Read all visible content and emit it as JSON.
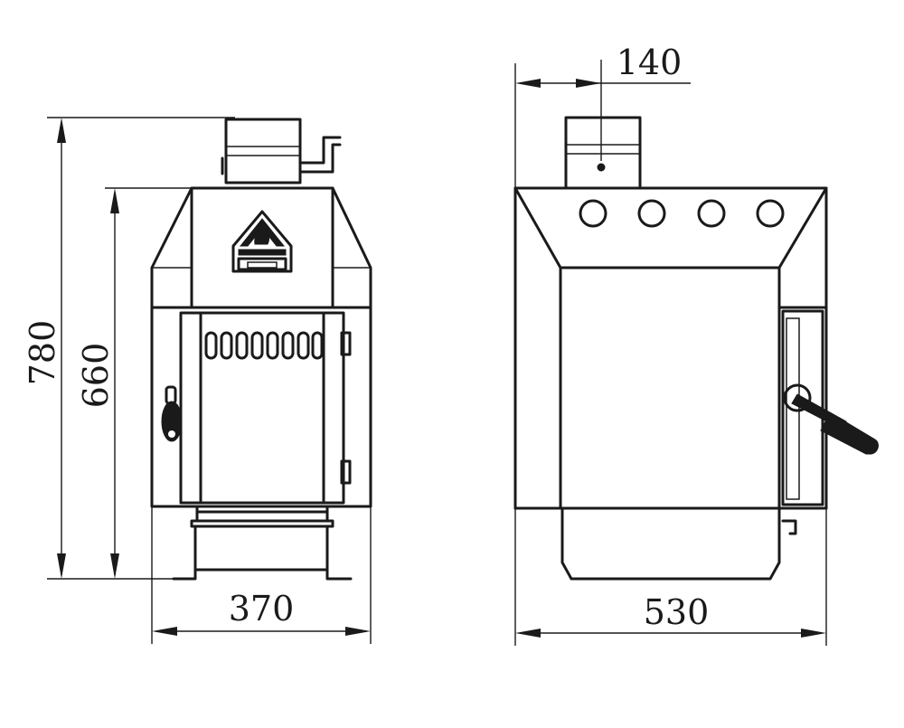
{
  "dimensions": {
    "total_height": "780",
    "body_height": "660",
    "front_width": "370",
    "side_depth": "530",
    "flue_offset": "140"
  }
}
